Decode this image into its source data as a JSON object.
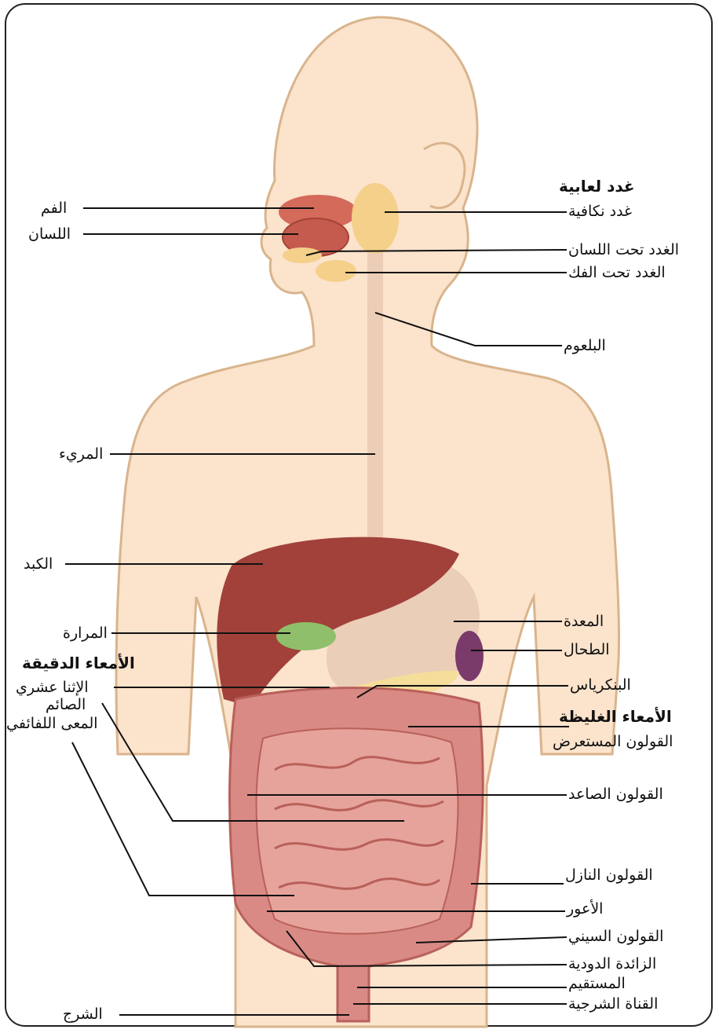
{
  "labels": {
    "salivary_glands": "غدد لعابية",
    "parotid": "غدد نكافية",
    "sublingual": "الغدد تحت اللسان",
    "submandibular": "الغدد تحت الفك",
    "pharynx": "البلعوم",
    "mouth": "الفم",
    "tongue": "اللسان",
    "esophagus": "المريء",
    "liver": "الكبد",
    "gallbladder": "المرارة",
    "small_intestine": "الأمعاء الدقيقة",
    "duodenum": "الإثنا عشري",
    "jejunum": "الصائم",
    "ileum": "المعى اللفائفي",
    "stomach": "المعدة",
    "spleen": "الطحال",
    "pancreas": "البنكرياس",
    "large_intestine": "الأمعاء الغليظة",
    "transverse_colon": "القولون المستعرض",
    "ascending_colon": "القولون الصاعد",
    "descending_colon": "القولون النازل",
    "cecum": "الأعور",
    "sigmoid_colon": "القولون السيني",
    "appendix": "الزائدة الدودية",
    "rectum": "المستقيم",
    "anal_canal": "القناة الشرجية",
    "anus": "الشرج"
  },
  "colors": {
    "skin": "#fbe3cc",
    "skin_outline": "#d9b48c",
    "liver": "#a1413a",
    "stomach": "#e8cbb6",
    "gallbladder": "#8fbf6a",
    "spleen": "#7a3a6a",
    "pancreas": "#f5dd9a",
    "glands": "#f4d08a",
    "mouth": "#d46a5a",
    "intestine": "#d98a84",
    "intestine_dark": "#b9605a",
    "esophagus": "#e8c8b0",
    "leader": "#111111"
  }
}
